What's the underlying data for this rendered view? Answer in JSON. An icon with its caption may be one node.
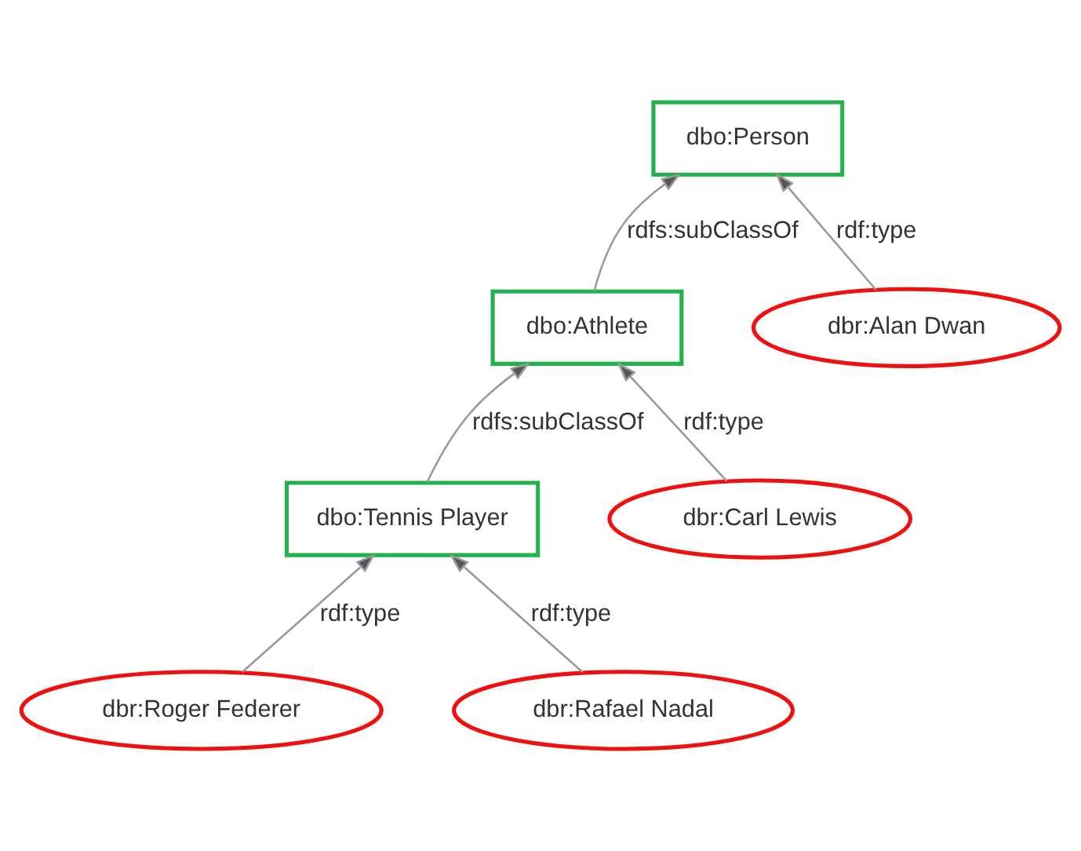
{
  "diagram": {
    "nodes": [
      {
        "text": [
          "dbo:Person"
        ]
      },
      {
        "text": [
          "dbo:Athlete"
        ]
      },
      {
        "text": [
          "dbr:Alan Dwan"
        ]
      },
      {
        "text": [
          "dbo:Tennis Player"
        ]
      },
      {
        "text": [
          "dbr:Carl Lewis"
        ]
      },
      {
        "text": [
          "dbr:Roger Federer"
        ]
      },
      {
        "text": [
          "dbr:Rafael Nadal"
        ]
      }
    ],
    "edges": [
      {
        "from": 1,
        "to": 0,
        "arrow": "to",
        "label": "rdfs:subClassOf"
      },
      {
        "from": 2,
        "to": 0,
        "arrow": "to",
        "label": "rdf:type"
      },
      {
        "from": 3,
        "to": 1,
        "arrow": "to",
        "label": "rdfs:subClassOf"
      },
      {
        "from": 4,
        "to": 1,
        "arrow": "to",
        "label": "rdf:type"
      },
      {
        "from": 5,
        "to": 3,
        "arrow": "to",
        "label": "rdf:type"
      },
      {
        "from": 6,
        "to": 3,
        "arrow": "to",
        "label": "rdf:type"
      }
    ]
  }
}
